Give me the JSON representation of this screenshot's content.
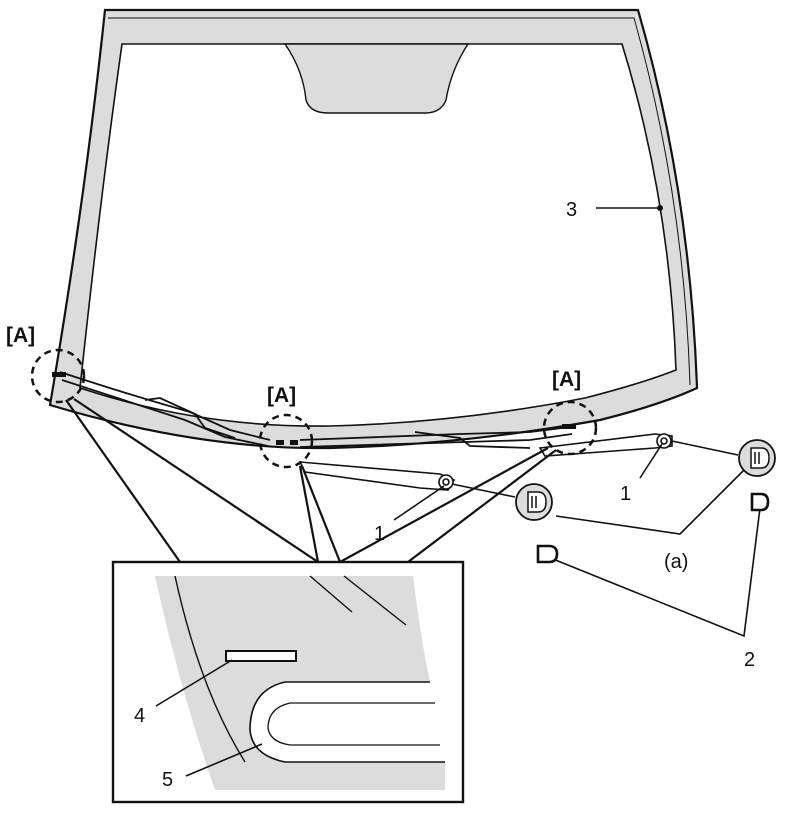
{
  "colors": {
    "glass": "#ffffff",
    "frit": "#dcdcdc",
    "stroke": "#111111",
    "background": "#ffffff"
  },
  "labels": {
    "callout_a": "[A]",
    "callout_a_center": "[A]",
    "callout_a_right": "[A]",
    "wiper_arm_left": "1",
    "wiper_arm_right": "1",
    "caps": "2",
    "windshield": "3",
    "marking": "4",
    "frit_edge": "5",
    "cap_note": "(a)"
  }
}
